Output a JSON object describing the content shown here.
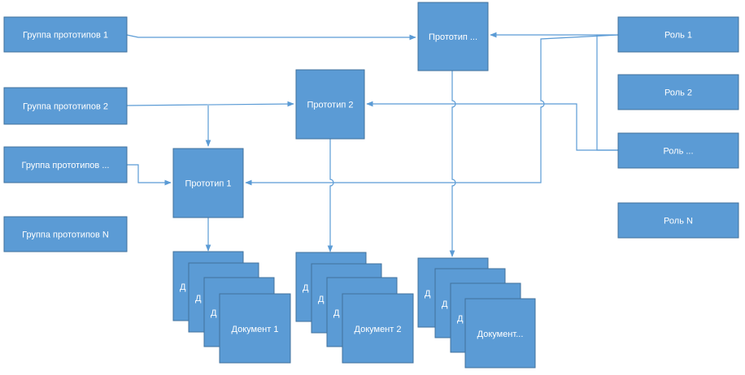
{
  "groups": [
    "Группа прототипов 1",
    "Группа прототипов 2",
    "Группа прототипов ...",
    "Группа прототипов N"
  ],
  "prototypes": {
    "p1": "Прототип 1",
    "p2": "Прототип 2",
    "pn": "Прототип ..."
  },
  "roles": [
    "Роль 1",
    "Роль 2",
    "Роль ...",
    "Роль N"
  ],
  "documents": {
    "stack_partial": "Д",
    "d1": "Документ 1",
    "d2": "Документ 2",
    "dn": "Документ..."
  },
  "colors": {
    "node_fill": "#5b9bd5",
    "node_border": "#41719c",
    "connector": "#5b9bd5"
  }
}
